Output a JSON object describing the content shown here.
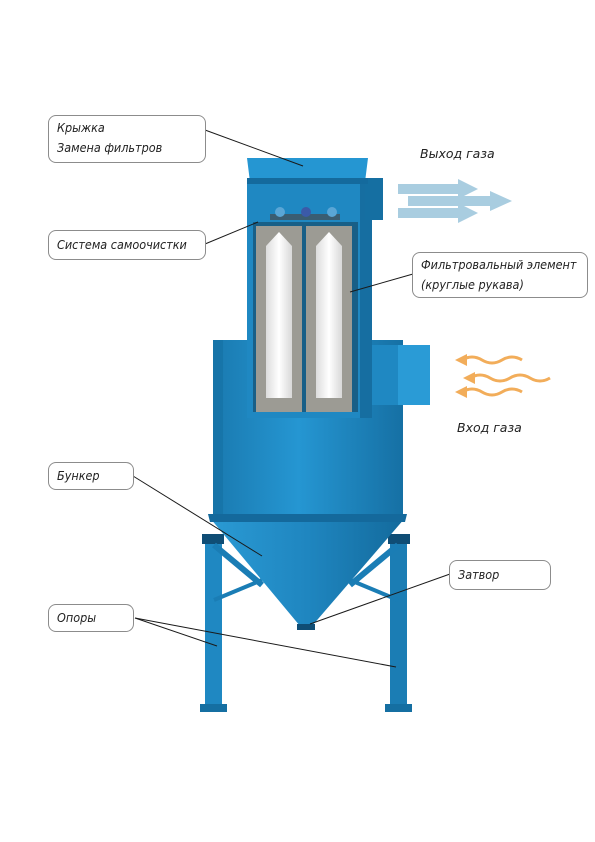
{
  "labels": {
    "lid": [
      "Крыжка",
      "Замена фильтров"
    ],
    "self_cleaning": "Система самоочистки",
    "filter_element": [
      "Фильтровальный элемент",
      "(круглые рукава)"
    ],
    "hopper": "Бункер",
    "gate": "Затвор",
    "supports": "Опоры",
    "gas_out": "Выход газа",
    "gas_in": "Вход газа"
  },
  "colors": {
    "body": "#1f88c2",
    "body_dark": "#11689a",
    "body_light": "#3aa5dc",
    "filter_frame": "#9a9a92",
    "filter_bag": "#f4f4f4",
    "outlet_arrow": "#a9cde0",
    "inlet_arrow": "#f2ad5a",
    "leader_line": "#1a1a1a"
  }
}
